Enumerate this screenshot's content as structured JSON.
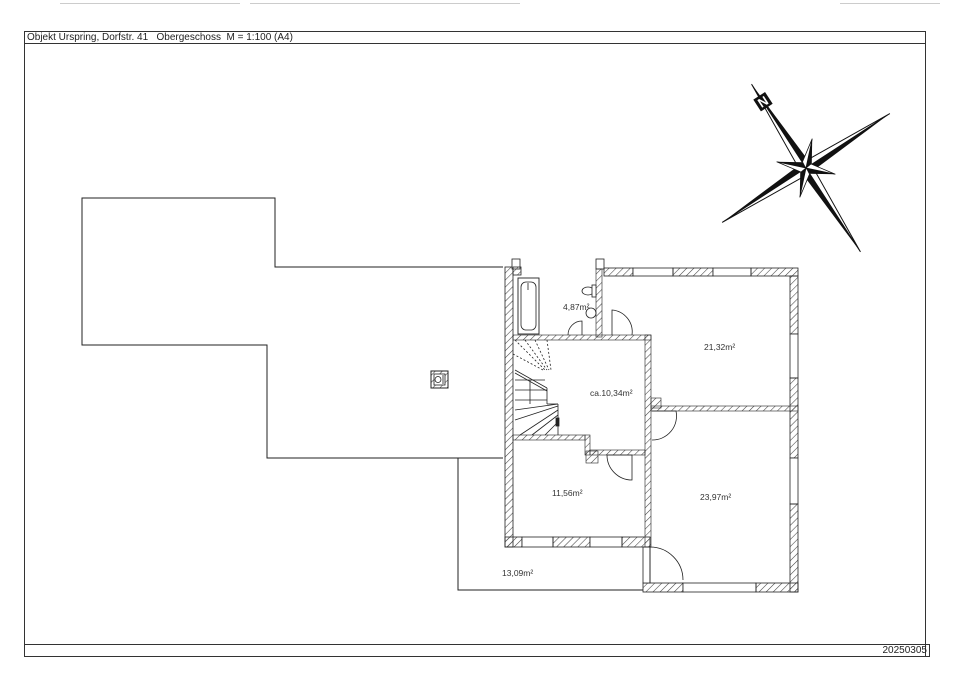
{
  "sheet": {
    "title": "Objekt Urspring, Dorfstr. 41   Obergeschoss  M = 1:100 (A4)",
    "footer_code": "20250305",
    "compass_letter": "N"
  },
  "rooms": [
    {
      "id": "bathroom",
      "area": "4,87m²"
    },
    {
      "id": "room-northeast",
      "area": "21,32m²"
    },
    {
      "id": "hallway",
      "area": "ca.10,34m²"
    },
    {
      "id": "room-southwest",
      "area": "11,56m²"
    },
    {
      "id": "room-southeast",
      "area": "23,97m²"
    },
    {
      "id": "balcony",
      "area": "13,09m²"
    }
  ],
  "colors": {
    "line": "#222222",
    "hatch": "#444444",
    "paper": "#ffffff"
  }
}
